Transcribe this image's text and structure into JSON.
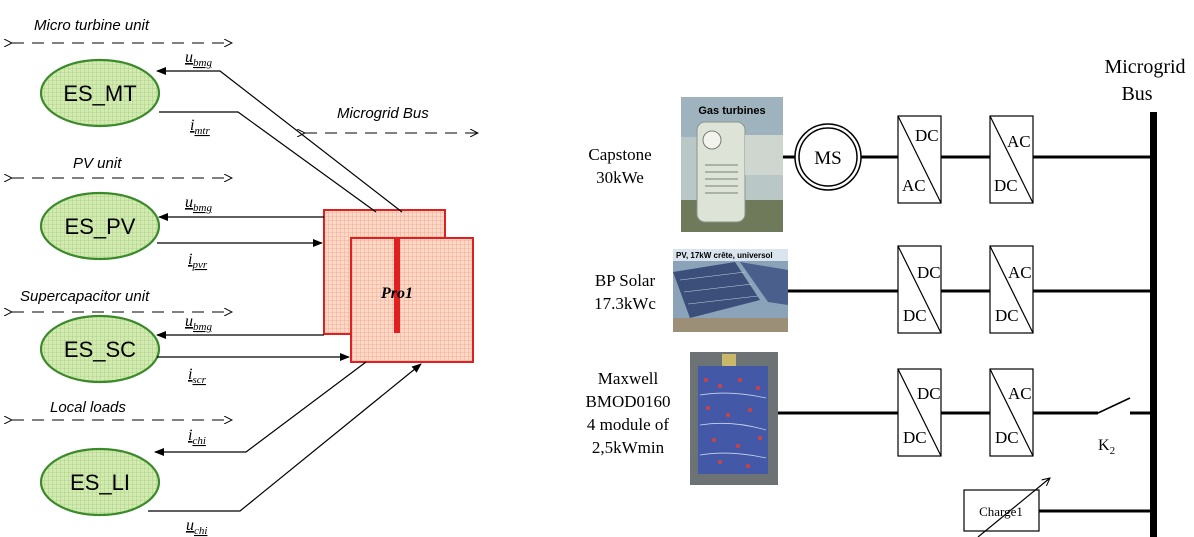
{
  "left": {
    "headers": {
      "micro_turbine": "Micro turbine unit",
      "pv": "PV unit",
      "supercap": "Supercapacitor unit",
      "loads": "Local loads",
      "bus": "Microgrid Bus"
    },
    "nodes": {
      "mt": "ES_MT",
      "pv": "ES_PV",
      "sc": "ES_SC",
      "li": "ES_LI"
    },
    "signals": {
      "u_mt": {
        "base": "u",
        "sub": "bmg"
      },
      "i_mt": {
        "base": "i",
        "sub": "mtr"
      },
      "u_pv": {
        "base": "u",
        "sub": "bmg"
      },
      "i_pv": {
        "base": "i",
        "sub": "pvr"
      },
      "u_sc": {
        "base": "u",
        "sub": "bmg"
      },
      "i_sc": {
        "base": "i",
        "sub": "scr"
      },
      "i_li": {
        "base": "i",
        "sub": "chi"
      },
      "u_li": {
        "base": "u",
        "sub": "chi"
      }
    },
    "processor": "Pro1",
    "colors": {
      "node_fill": "#cfe8a8",
      "node_stroke": "#3a8a2a",
      "proc_fill": "#fbd3bd",
      "proc_stroke": "#e02020"
    }
  },
  "right": {
    "bus_label_line1": "Microgrid",
    "bus_label_line2": "Bus",
    "sources": [
      {
        "line1": "Capstone",
        "line2": "30kWe",
        "photo_label": "Gas turbines"
      },
      {
        "line1": "BP Solar",
        "line2": "17.3kWc",
        "photo_label": "PV, 17kW crête, universol"
      },
      {
        "line1": "Maxwell",
        "line2": "BMOD0160",
        "line3": "4 module of",
        "line4": "2,5kWmin",
        "photo_label": ""
      }
    ],
    "machine": "MS",
    "conv_first": {
      "top": "DC",
      "bottom": "AC"
    },
    "conv_dcdc": {
      "top": "DC",
      "bottom": "DC"
    },
    "conv_dcac": {
      "top": "AC",
      "bottom": "DC"
    },
    "switch": {
      "base": "K",
      "sub": "2"
    },
    "load": "Charge1"
  }
}
